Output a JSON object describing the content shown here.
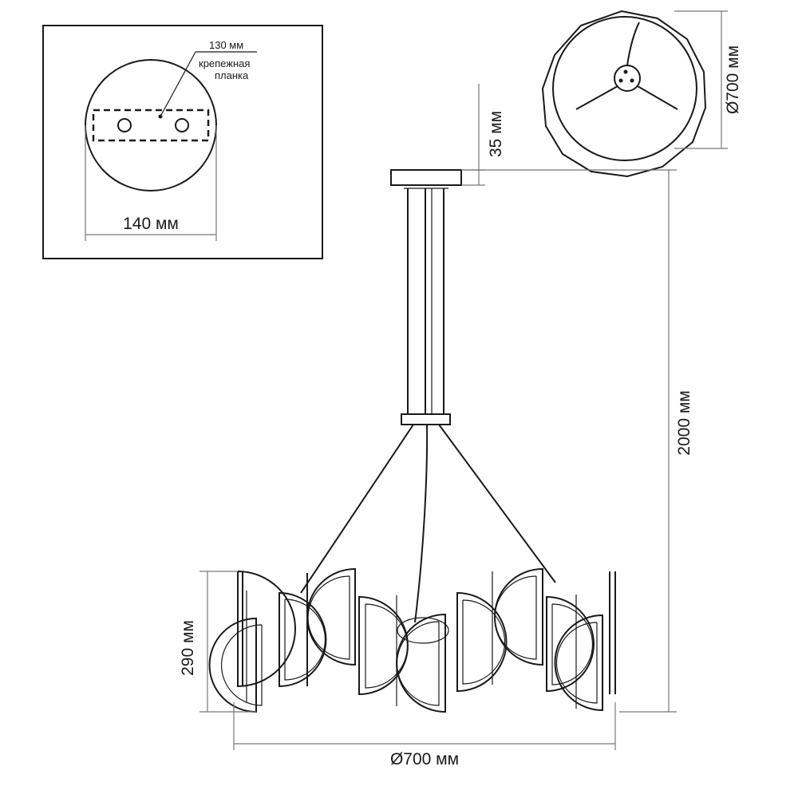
{
  "detail": {
    "strip_width": "130 мм",
    "strip_name_line1": "крепежная",
    "strip_name_line2": "планка",
    "canopy_diameter": "140 мм"
  },
  "top_view": {
    "diameter": "Ø700 мм"
  },
  "side_view": {
    "canopy_height": "35 мм",
    "total_height": "2000 мм",
    "shade_height": "290 мм",
    "ring_diameter": "Ø700 мм"
  }
}
